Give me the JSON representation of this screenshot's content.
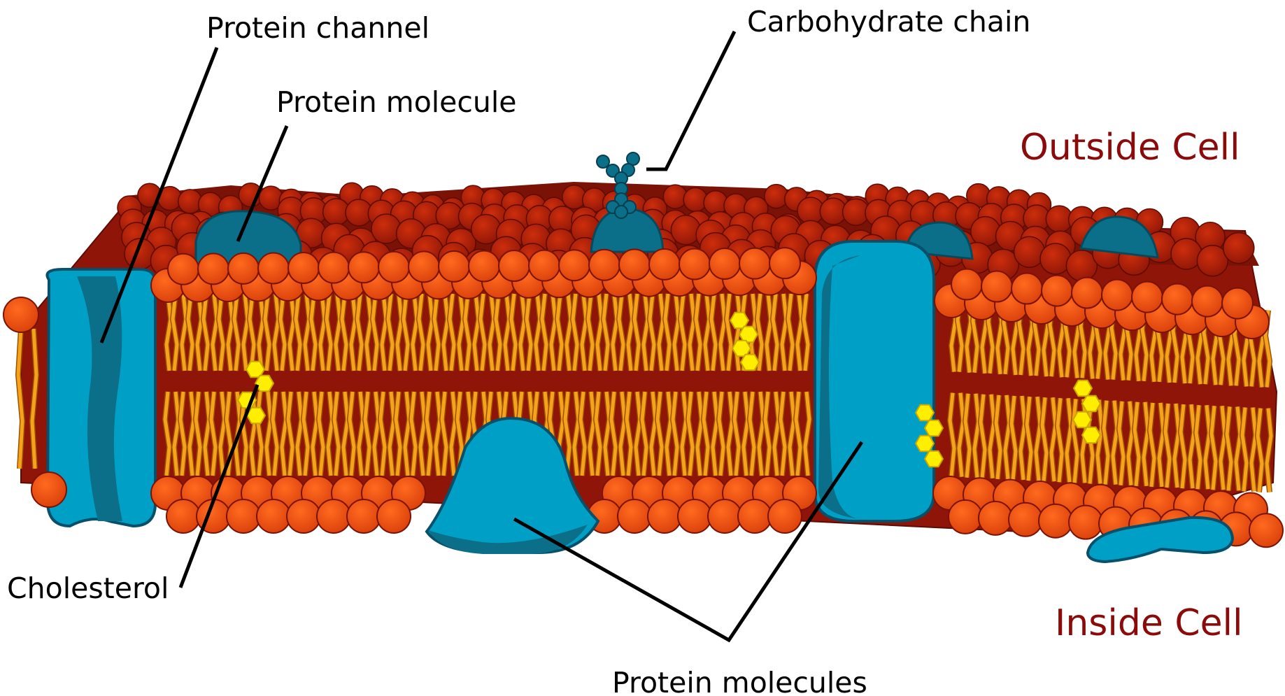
{
  "labels": {
    "protein_channel": "Protein channel",
    "protein_molecule": "Protein molecule",
    "carbohydrate_chain": "Carbohydrate chain",
    "outside_cell": "Outside Cell",
    "inside_cell": "Inside Cell",
    "cholesterol": "Cholesterol",
    "protein_molecules": "Protein molecules"
  },
  "colors": {
    "phosphate_head": "#e8470e",
    "phosphate_head_dark": "#b3240c",
    "membrane_back": "#8e1508",
    "lipid_tail": "#f6a21a",
    "lipid_tail_edge": "#9b5200",
    "protein": "#00a0c6",
    "protein_dark": "#0b6f89",
    "protein_shadow": "#08546a",
    "cholesterol": "#ffee00",
    "region_text": "#8b0a0a"
  },
  "icons": [
    "protein-channel-icon",
    "protein-molecule-icon",
    "carbohydrate-chain-icon",
    "cholesterol-icon",
    "phospholipid-icon"
  ]
}
